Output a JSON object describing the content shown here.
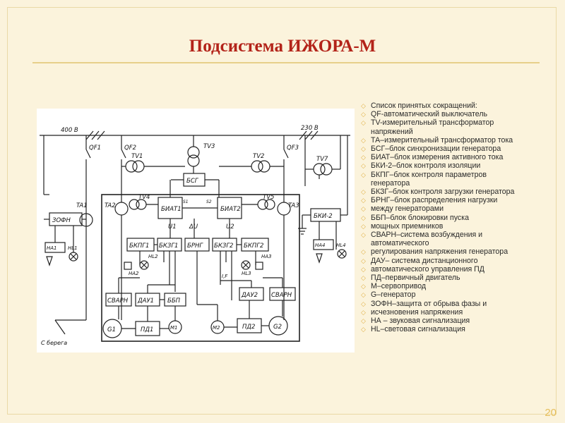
{
  "slide": {
    "title": "Подсистема ИЖОРА-М",
    "page_number": "20"
  },
  "legend": [
    {
      "text": "Список принятых сокращений:",
      "bullet": true
    },
    {
      "text": "QF-автоматический выключатель",
      "bullet": true
    },
    {
      "text": "TV-измерительный трансформатор",
      "bullet": true
    },
    {
      "text": "напряжений",
      "bullet": false
    },
    {
      "text": "ТА–измерительный трансформатор тока",
      "bullet": true
    },
    {
      "text": "БСГ–блок синхронизации генератора",
      "bullet": true
    },
    {
      "text": "БИАТ–блок измерения активного тока",
      "bullet": true
    },
    {
      "text": "БКИ-2–блок контроля изоляции",
      "bullet": true
    },
    {
      "text": "БКПГ–блок контроля параметров",
      "bullet": true
    },
    {
      "text": "генератора",
      "bullet": false
    },
    {
      "text": "БКЗГ–блок контроля загрузки генератора",
      "bullet": true
    },
    {
      "text": "БРНГ–блок распределения нагрузки",
      "bullet": true
    },
    {
      "text": " между генераторами",
      "bullet": true
    },
    {
      "text": "ББП–блок блокировки пуска",
      "bullet": true
    },
    {
      "text": "мощных приемников",
      "bullet": true
    },
    {
      "text": "СВАРН–система возбуждения и",
      "bullet": true
    },
    {
      "text": "автоматического",
      "bullet": false
    },
    {
      "text": "регулирования напряжения генератора",
      "bullet": true
    },
    {
      "text": "ДАУ– система дистанционного",
      "bullet": true
    },
    {
      "text": "автоматического управления ПД",
      "bullet": true
    },
    {
      "text": "ПД–первичный двигатель",
      "bullet": true
    },
    {
      "text": "М–сервопривод",
      "bullet": true
    },
    {
      "text": "G–генератор",
      "bullet": true
    },
    {
      "text": "ЗОФН–защита от обрыва фазы и",
      "bullet": true
    },
    {
      "text": "исчезновения напряжения",
      "bullet": true
    },
    {
      "text": "НА – звуковая сигнализация",
      "bullet": true
    },
    {
      "text": "HL–световая сигнализация",
      "bullet": true
    }
  ],
  "diagram": {
    "bus_left": "400 В",
    "bus_right": "230 В",
    "breakers": [
      "QF1",
      "QF2",
      "QF3"
    ],
    "tv": [
      "TV1",
      "TV2",
      "TV3",
      "TV4",
      "TV5",
      "TV7"
    ],
    "ta": [
      "TA1",
      "TA2",
      "TA3"
    ],
    "blocks": {
      "bsg": "БСГ",
      "biat1": "БИАТ1",
      "biat2": "БИАТ2",
      "zofn": "ЗОФН",
      "bki2": "БКИ-2",
      "bkpg1": "БКПГ1",
      "bkzg1": "БКЗГ1",
      "brng": "БРНГ",
      "bkzg2": "БКЗГ2",
      "bkpg2": "БКПГ2",
      "svarn1": "СВАРН",
      "svarn2": "СВАРН",
      "dau1": "ДАУ1",
      "dau2": "ДАУ2",
      "bbp": "ББП",
      "pd1": "ПД1",
      "pd2": "ПД2"
    },
    "machines": {
      "g1": "G1",
      "g2": "G2",
      "m1": "M1",
      "m2": "M2"
    },
    "signals": {
      "u1": "U1",
      "du": "ΔU",
      "u2": "U2",
      "s1": "S1",
      "s2": "S2",
      "ip": "I,F"
    },
    "alarms": [
      "HA1",
      "HL1",
      "HA2",
      "HL2",
      "HL3",
      "HA3",
      "HA4",
      "HL4"
    ],
    "shore": "С берега"
  }
}
